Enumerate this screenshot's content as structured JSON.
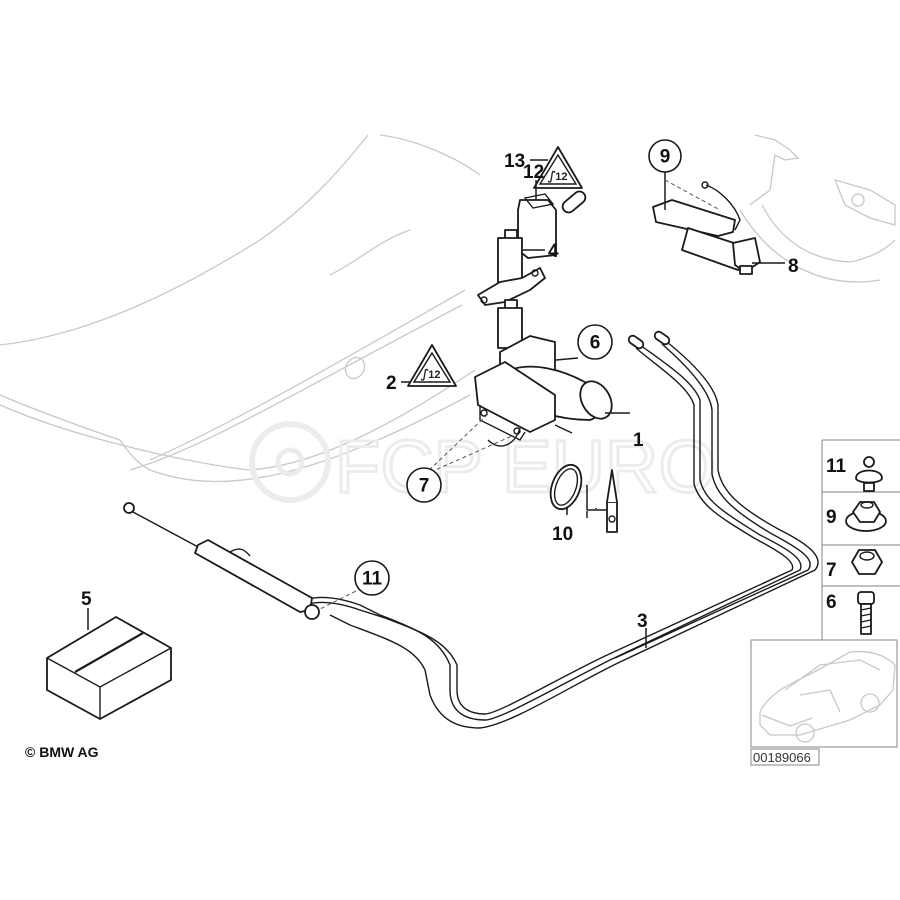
{
  "diagram": {
    "title": "Trunk lid soft-close / hydraulic drive components",
    "copyright": "© BMW AG",
    "reference_number": "00189066",
    "watermark": "FCP EURO",
    "colors": {
      "line": "#1a1a1a",
      "ghost": "#c8c8c8",
      "panel_border": "#9a9a9a",
      "background": "#ffffff"
    }
  },
  "callouts": [
    {
      "number": "1",
      "part": "hydraulic-pump-motor",
      "circled": false
    },
    {
      "number": "2",
      "part": "warning-label",
      "circled": false
    },
    {
      "number": "3",
      "part": "hydraulic-line-set",
      "circled": false
    },
    {
      "number": "4",
      "part": "lock-pin-mount",
      "circled": false
    },
    {
      "number": "5",
      "part": "kit-box",
      "circled": false
    },
    {
      "number": "6",
      "part": "bolt",
      "circled": true
    },
    {
      "number": "7",
      "part": "hex-nut",
      "circled": true
    },
    {
      "number": "8",
      "part": "hinge-bracket-cylinder",
      "circled": false
    },
    {
      "number": "9",
      "part": "collar-nut",
      "circled": true
    },
    {
      "number": "10",
      "part": "o-ring-and-fitting",
      "circled": false
    },
    {
      "number": "11",
      "part": "ball-stud",
      "circled": true
    },
    {
      "number": "12",
      "part": "relay-module",
      "circled": false
    },
    {
      "number": "13",
      "part": "warning-label",
      "circled": false
    }
  ],
  "hardware_panel": [
    {
      "number": "11",
      "icon": "ball-stud-icon"
    },
    {
      "number": "9",
      "icon": "collar-nut-icon"
    },
    {
      "number": "7",
      "icon": "hex-nut-icon"
    },
    {
      "number": "6",
      "icon": "socket-bolt-icon"
    }
  ]
}
